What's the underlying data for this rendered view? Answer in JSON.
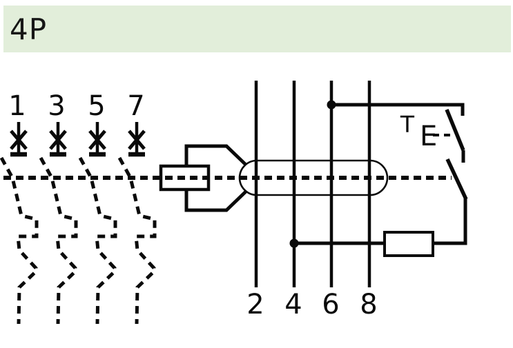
{
  "header": {
    "title": "4P",
    "background_color": "#e2eeda",
    "text_color": "#161616"
  },
  "diagram": {
    "background_color": "#ffffff",
    "line_color": "#0a0a0a",
    "top_terminals": [
      {
        "label": "1"
      },
      {
        "label": "3"
      },
      {
        "label": "5"
      },
      {
        "label": "7"
      }
    ],
    "bottom_terminals": [
      {
        "label": "2"
      },
      {
        "label": "4"
      },
      {
        "label": "6"
      },
      {
        "label": "8"
      }
    ],
    "test_button": {
      "label": "T",
      "symbol": "E"
    }
  }
}
